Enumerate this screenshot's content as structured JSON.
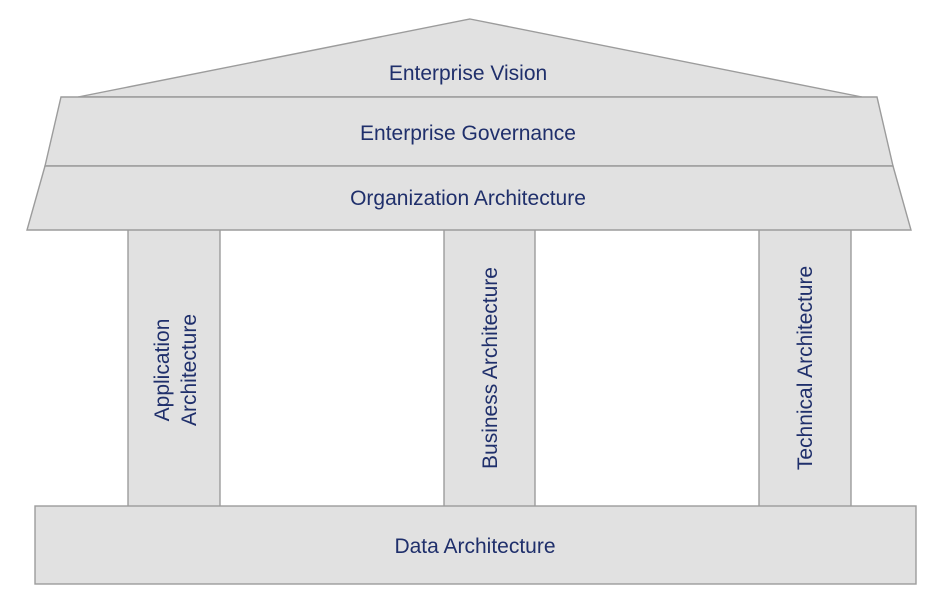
{
  "colors": {
    "fill": "#e1e1e1",
    "stroke": "#9c9c9c",
    "text": "#1f2f6b",
    "background": "#ffffff"
  },
  "roof": {
    "vision_label": "Enterprise Vision",
    "governance_label": "Enterprise Governance",
    "organization_label": "Organization Architecture"
  },
  "pillars": {
    "application_line1": "Application",
    "application_line2": "Architecture",
    "business_label": "Business Architecture",
    "technical_label": "Technical Architecture"
  },
  "foundation": {
    "data_label": "Data Architecture"
  }
}
